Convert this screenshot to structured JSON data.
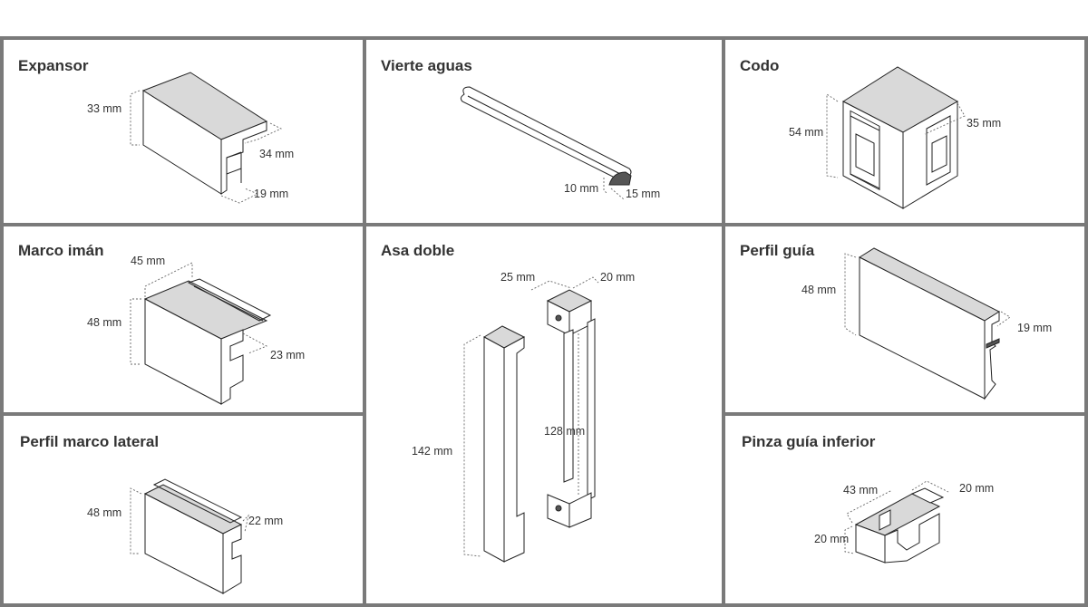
{
  "colors": {
    "border": "#7a7a7a",
    "panel": "#ffffff",
    "text": "#333333",
    "line": "#222222"
  },
  "panels": {
    "expansor": {
      "title": "Expansor",
      "dims": [
        "33 mm",
        "34 mm",
        "19 mm"
      ]
    },
    "vierte_aguas": {
      "title": "Vierte aguas",
      "dims": [
        "10 mm",
        "15 mm"
      ]
    },
    "codo": {
      "title": "Codo",
      "dims": [
        "54 mm",
        "35 mm"
      ]
    },
    "marco_iman": {
      "title": "Marco imán",
      "dims": [
        "45 mm",
        "48 mm",
        "23 mm"
      ]
    },
    "asa_doble": {
      "title": "Asa doble",
      "dims": [
        "25 mm",
        "20 mm",
        "142 mm",
        "128 mm"
      ]
    },
    "perfil_guia": {
      "title": "Perfil guía",
      "dims": [
        "48 mm",
        "19 mm"
      ]
    },
    "perfil_marco_lateral": {
      "title": "Perfil marco lateral",
      "dims": [
        "48 mm",
        "22 mm"
      ]
    },
    "pinza_guia_inferior": {
      "title": "Pinza guía inferior",
      "dims": [
        "43 mm",
        "20 mm",
        "20 mm"
      ]
    }
  }
}
